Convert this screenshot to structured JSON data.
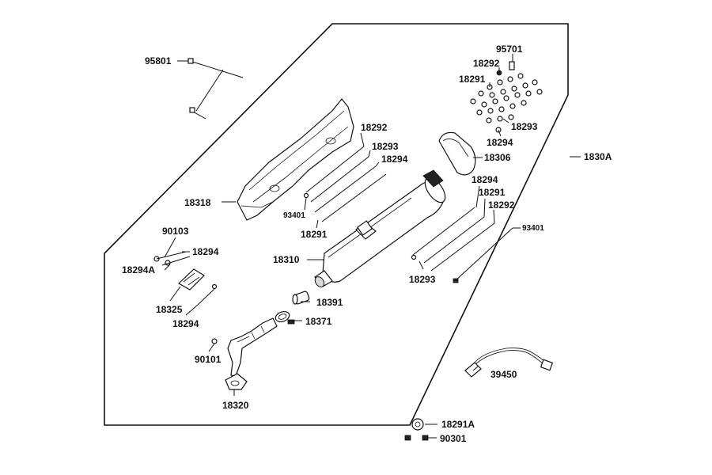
{
  "labels": {
    "p95801": "95801",
    "p95701": "95701",
    "p18292a": "18292",
    "p18291a": "18291",
    "p18293a": "18293",
    "p18294a": "18294",
    "p18306": "18306",
    "p1830A": "1830A",
    "p18292b": "18292",
    "p18293b": "18293",
    "p18294b": "18294",
    "p18318": "18318",
    "p93401a": "93401",
    "p18291b": "18291",
    "p18294c": "18294",
    "p18291c": "18291",
    "p18292c": "18292",
    "p93401b": "93401",
    "p90103": "90103",
    "p18294d": "18294",
    "p18294A": "18294A",
    "p18310": "18310",
    "p18293c": "18293",
    "p18325": "18325",
    "p18391": "18391",
    "p18294e": "18294",
    "p18371": "18371",
    "p90101": "90101",
    "p39450": "39450",
    "p18320": "18320",
    "p18291A": "18291A",
    "p90301": "90301"
  }
}
